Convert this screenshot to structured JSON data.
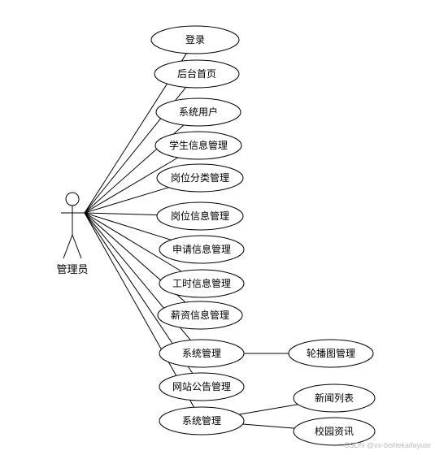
{
  "actor": {
    "label": "管理员",
    "icon": "stick-figure-icon"
  },
  "use_cases": [
    {
      "label": "登录"
    },
    {
      "label": "后台首页"
    },
    {
      "label": "系统用户"
    },
    {
      "label": "学生信息管理"
    },
    {
      "label": "岗位分类管理"
    },
    {
      "label": "岗位信息管理"
    },
    {
      "label": "申请信息管理"
    },
    {
      "label": "工时信息管理"
    },
    {
      "label": "薪资信息管理"
    },
    {
      "label": "系统管理"
    },
    {
      "label": "网站公告管理"
    },
    {
      "label": "系统管理"
    }
  ],
  "sub_cases": [
    {
      "label": "轮播图管理",
      "parent": 9
    },
    {
      "label": "新闻列表",
      "parent": 11
    },
    {
      "label": "校园资讯",
      "parent": 11
    }
  ],
  "watermark": "CSDN @vx-bishekaifayuar"
}
